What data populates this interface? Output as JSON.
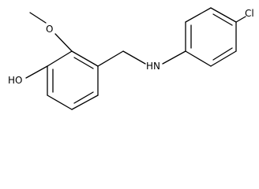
{
  "molecule": {
    "labels": {
      "oxygen_methoxy": "O",
      "hydroxyl": "HO",
      "amine": "HN",
      "chlorine": "Cl"
    },
    "colors": {
      "bond": "#000000",
      "text": "#000000",
      "background": "#ffffff"
    }
  }
}
